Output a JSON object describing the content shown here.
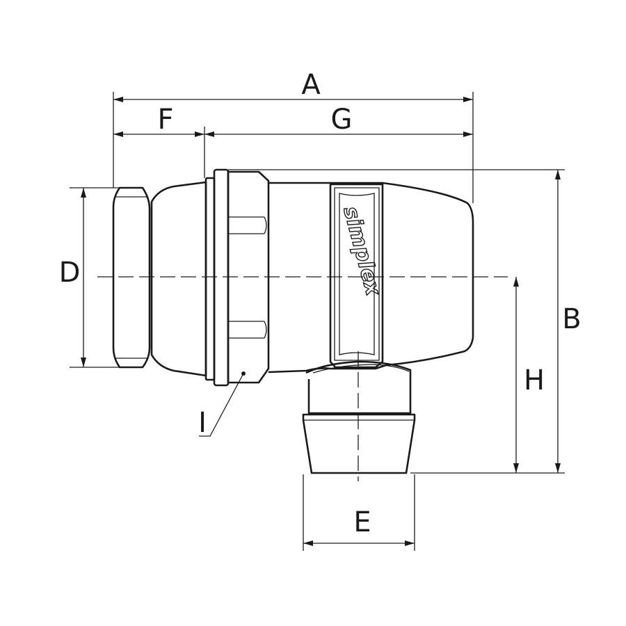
{
  "dimensions": {
    "A": "A",
    "B": "B",
    "D": "D",
    "E": "E",
    "F": "F",
    "G": "G",
    "H": "H",
    "I": "I"
  },
  "logo": "simplex",
  "colors": {
    "line": "#1a1a1a",
    "background": "#ffffff"
  }
}
